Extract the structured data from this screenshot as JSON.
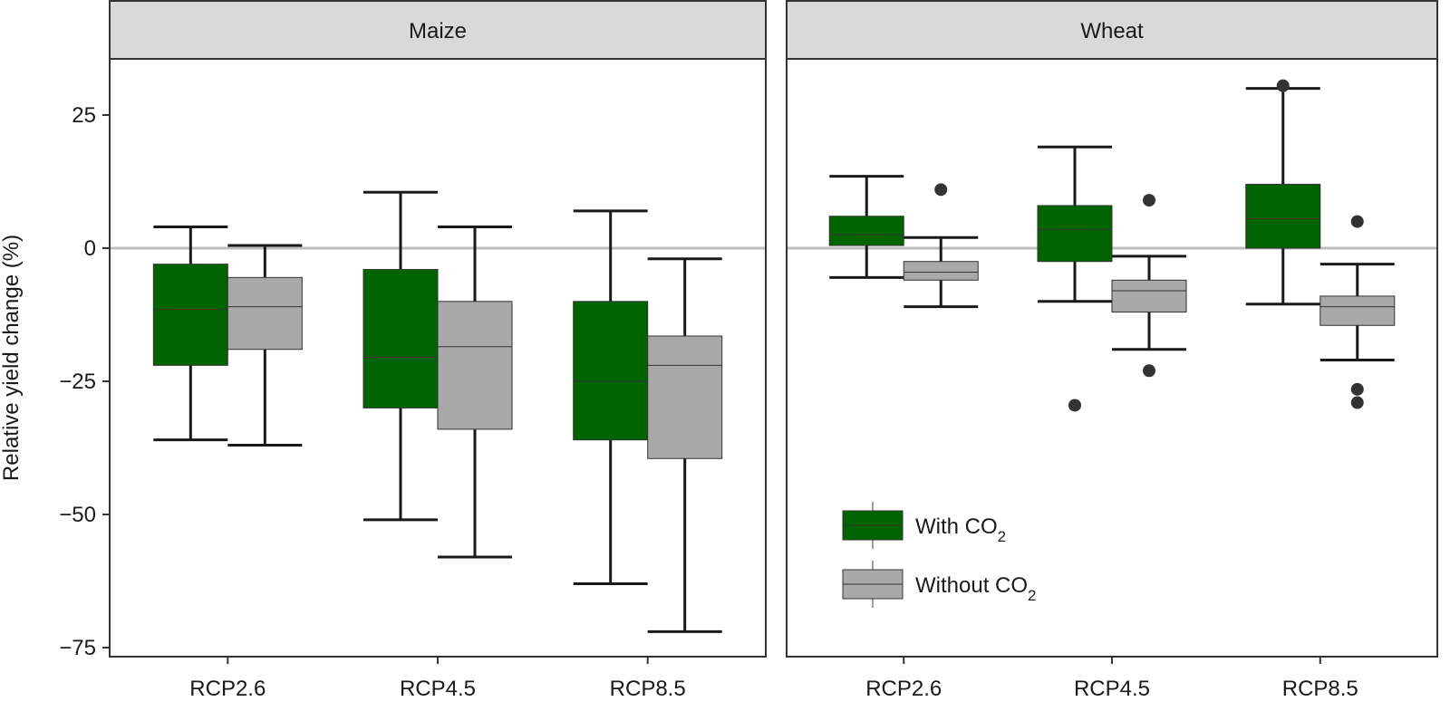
{
  "chart_data": {
    "type": "boxplot",
    "ylabel": "Relative yield change (%)",
    "ylim": [
      -77,
      37
    ],
    "yticks": [
      25,
      0,
      -25,
      -50,
      -75
    ],
    "ytick_labels": [
      "25",
      "0",
      "−25",
      "−50",
      "−75"
    ],
    "reference_line": 0,
    "grid": false,
    "legend_position": "bottom-left of right panel",
    "categories": [
      "RCP2.6",
      "RCP4.5",
      "RCP8.5"
    ],
    "series": [
      {
        "name": "With CO2",
        "name_main": "With CO",
        "name_sub": "2",
        "color": "#006400"
      },
      {
        "name": "Without CO2",
        "name_main": "Without CO",
        "name_sub": "2",
        "color": "#a9a9a9"
      }
    ],
    "panels": [
      {
        "title": "Maize",
        "groups": [
          {
            "category": "RCP2.6",
            "boxes": [
              {
                "series": "With CO2",
                "min": -36,
                "q1": -22,
                "median": -11.5,
                "q3": -3,
                "max": 4,
                "outliers": []
              },
              {
                "series": "Without CO2",
                "min": -37,
                "q1": -19,
                "median": -11,
                "q3": -5.5,
                "max": 0.5,
                "outliers": []
              }
            ]
          },
          {
            "category": "RCP4.5",
            "boxes": [
              {
                "series": "With CO2",
                "min": -51,
                "q1": -30,
                "median": -20.5,
                "q3": -4,
                "max": 10.5,
                "outliers": []
              },
              {
                "series": "Without CO2",
                "min": -58,
                "q1": -34,
                "median": -18.5,
                "q3": -10,
                "max": 4,
                "outliers": []
              }
            ]
          },
          {
            "category": "RCP8.5",
            "boxes": [
              {
                "series": "With CO2",
                "min": -63,
                "q1": -36,
                "median": -25,
                "q3": -10,
                "max": 7,
                "outliers": []
              },
              {
                "series": "Without CO2",
                "min": -72,
                "q1": -39.5,
                "median": -22,
                "q3": -16.5,
                "max": -2,
                "outliers": []
              }
            ]
          }
        ]
      },
      {
        "title": "Wheat",
        "groups": [
          {
            "category": "RCP2.6",
            "boxes": [
              {
                "series": "With CO2",
                "min": -5.5,
                "q1": 0.5,
                "median": 2.5,
                "q3": 6,
                "max": 13.5,
                "outliers": []
              },
              {
                "series": "Without CO2",
                "min": -11,
                "q1": -6,
                "median": -4.5,
                "q3": -2.5,
                "max": 2,
                "outliers": [
                  11
                ]
              }
            ]
          },
          {
            "category": "RCP4.5",
            "boxes": [
              {
                "series": "With CO2",
                "min": -10,
                "q1": -2.5,
                "median": 3.5,
                "q3": 8,
                "max": 19,
                "outliers": [
                  -29.5
                ]
              },
              {
                "series": "Without CO2",
                "min": -19,
                "q1": -12,
                "median": -8,
                "q3": -6,
                "max": -1.5,
                "outliers": [
                  9,
                  -23
                ]
              }
            ]
          },
          {
            "category": "RCP8.5",
            "boxes": [
              {
                "series": "With CO2",
                "min": -10.5,
                "q1": 0,
                "median": 5.5,
                "q3": 12,
                "max": 30,
                "outliers": [
                  30.5
                ]
              },
              {
                "series": "Without CO2",
                "min": -21,
                "q1": -14.5,
                "median": -11,
                "q3": -9,
                "max": -3,
                "outliers": [
                  5,
                  -26.5,
                  -29
                ]
              }
            ]
          }
        ]
      }
    ]
  }
}
